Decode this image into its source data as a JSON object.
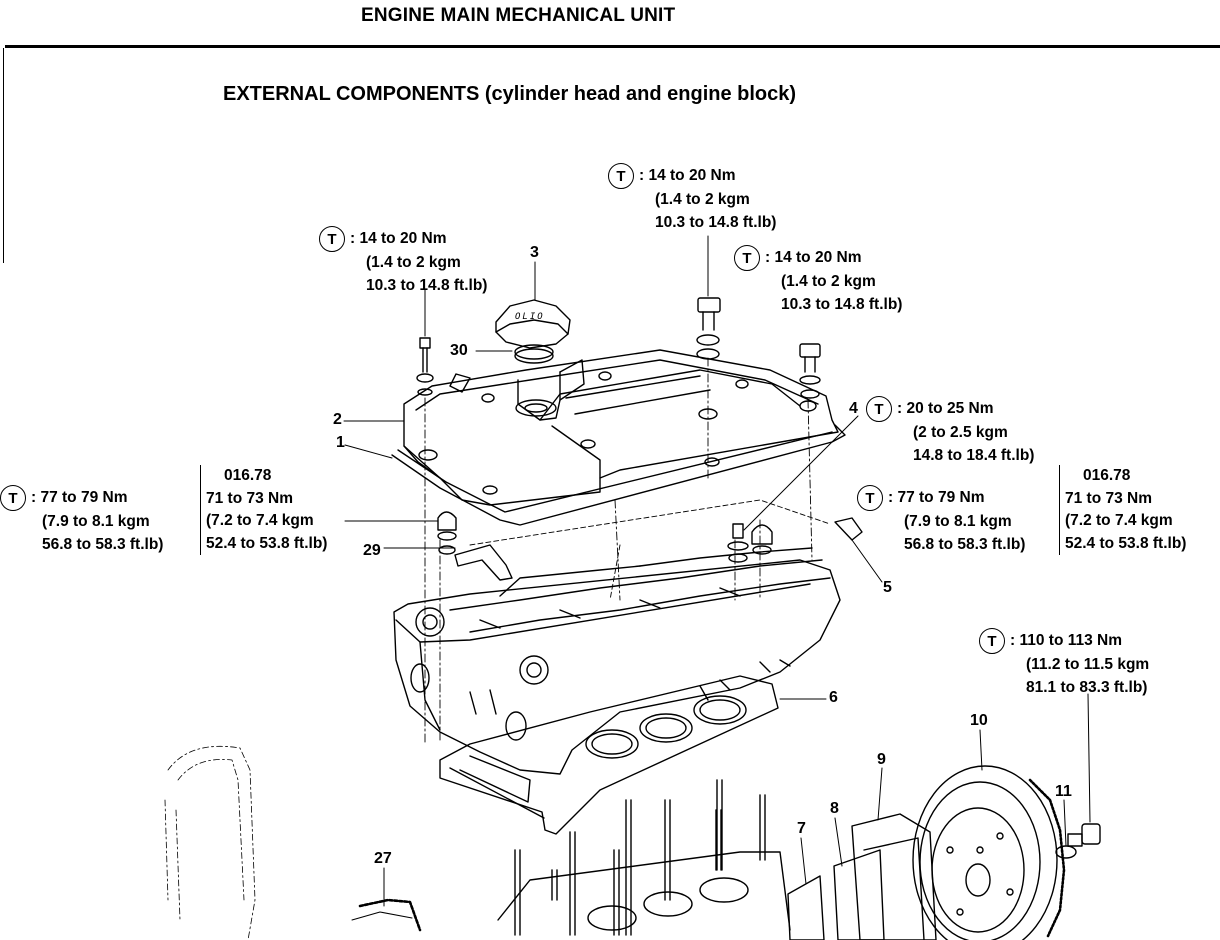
{
  "header": {
    "title": "ENGINE MAIN MECHANICAL UNIT"
  },
  "section": {
    "title": "EXTERNAL COMPONENTS (cylinder head and engine block)"
  },
  "badge_symbol": "T",
  "cap_text": "OLIO",
  "torques": [
    {
      "id": "top-center",
      "l1": ": 14 to 20 Nm",
      "l2": "(1.4 to 2 kgm",
      "l3": "10.3 to 14.8 ft.lb)"
    },
    {
      "id": "upper-left",
      "l1": ": 14 to 20 Nm",
      "l2": "(1.4 to 2 kgm",
      "l3": "10.3 to 14.8 ft.lb)"
    },
    {
      "id": "upper-right",
      "l1": ": 14 to 20 Nm",
      "l2": "(1.4 to 2 kgm",
      "l3": "10.3 to 14.8 ft.lb)"
    },
    {
      "id": "item4",
      "l1": ": 20 to 25 Nm",
      "l2": "(2 to 2.5 kgm",
      "l3": "14.8 to 18.4 ft.lb)"
    },
    {
      "id": "left-nut",
      "l1": ": 77 to 79 Nm",
      "l2": "(7.9 to 8.1 kgm",
      "l3": "56.8 to 58.3 ft.lb)"
    },
    {
      "id": "right-nut",
      "l1": ": 77 to 79 Nm",
      "l2": "(7.9 to 8.1 kgm",
      "l3": "56.8 to 58.3 ft.lb)"
    },
    {
      "id": "flywheel",
      "l1": ": 110 to 113 Nm",
      "l2": "(11.2 to 11.5 kgm",
      "l3": "81.1 to 83.3 ft.lb)"
    }
  ],
  "refs": [
    {
      "id": "left",
      "code": "016.78",
      "l1": "71 to 73 Nm",
      "l2": "(7.2 to 7.4 kgm",
      "l3": "52.4 to 53.8 ft.lb)"
    },
    {
      "id": "right",
      "code": "016.78",
      "l1": "71 to 73 Nm",
      "l2": "(7.2 to 7.4 kgm",
      "l3": "52.4 to 53.8 ft.lb)"
    }
  ],
  "callouts": [
    "1",
    "2",
    "3",
    "4",
    "5",
    "6",
    "7",
    "8",
    "9",
    "10",
    "11",
    "27",
    "29",
    "30"
  ]
}
